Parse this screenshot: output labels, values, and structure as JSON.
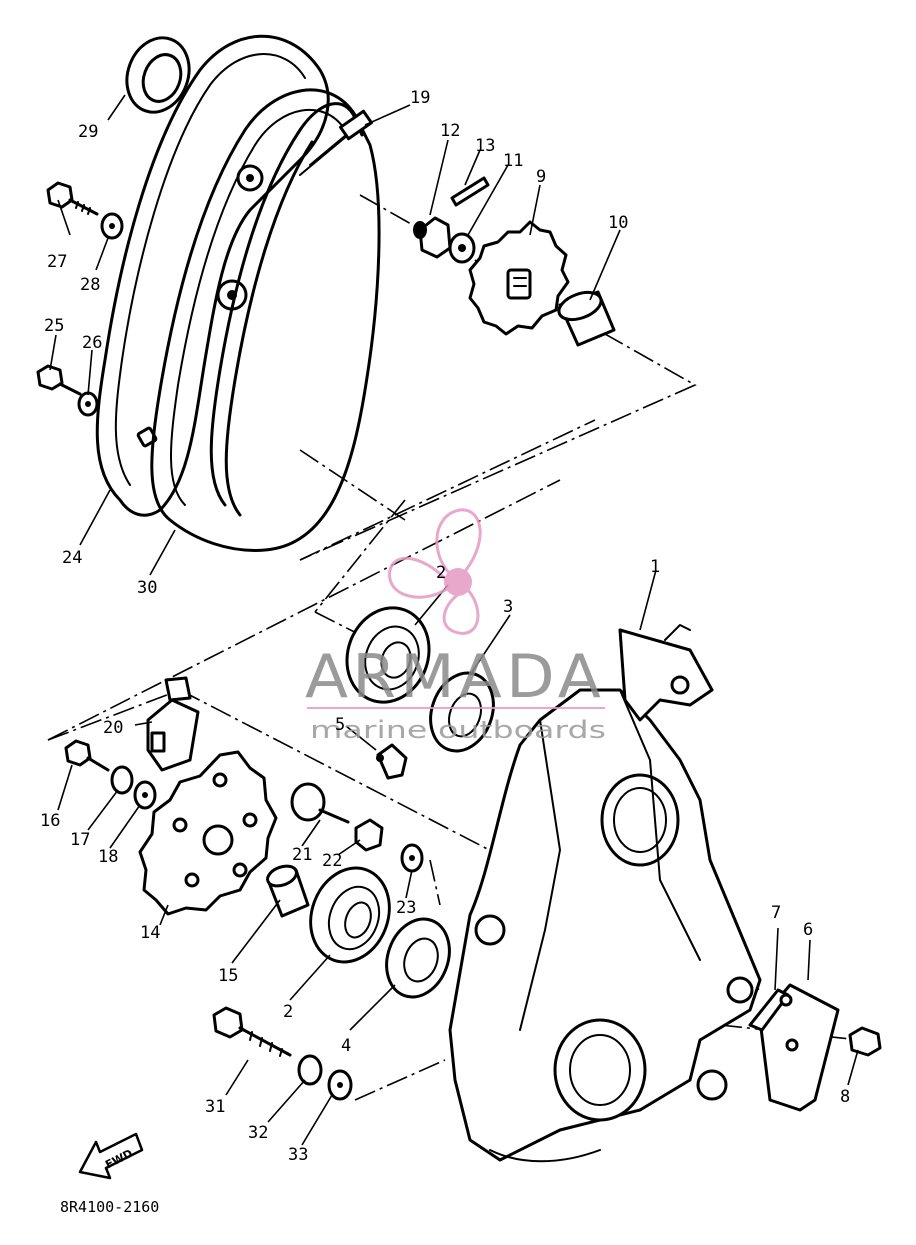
{
  "callouts": {
    "n1": "1",
    "n2a": "2",
    "n2b": "2",
    "n3": "3",
    "n4": "4",
    "n5": "5",
    "n6": "6",
    "n7": "7",
    "n8": "8",
    "n9": "9",
    "n10": "10",
    "n11": "11",
    "n12": "12",
    "n13": "13",
    "n14": "14",
    "n15": "15",
    "n16": "16",
    "n17": "17",
    "n18": "18",
    "n19": "19",
    "n20": "20",
    "n21": "21",
    "n22": "22",
    "n23": "23",
    "n24": "24",
    "n25": "25",
    "n26": "26",
    "n27": "27",
    "n28": "28",
    "n29": "29",
    "n30": "30",
    "n31": "31",
    "n32": "32",
    "n33": "33"
  },
  "watermark": {
    "brand": "ARMADA",
    "tagline": "marine outboards",
    "accent_color": "#e59ac4"
  },
  "fwd_label": "FWD",
  "drawing_code": "8R4100-2160"
}
